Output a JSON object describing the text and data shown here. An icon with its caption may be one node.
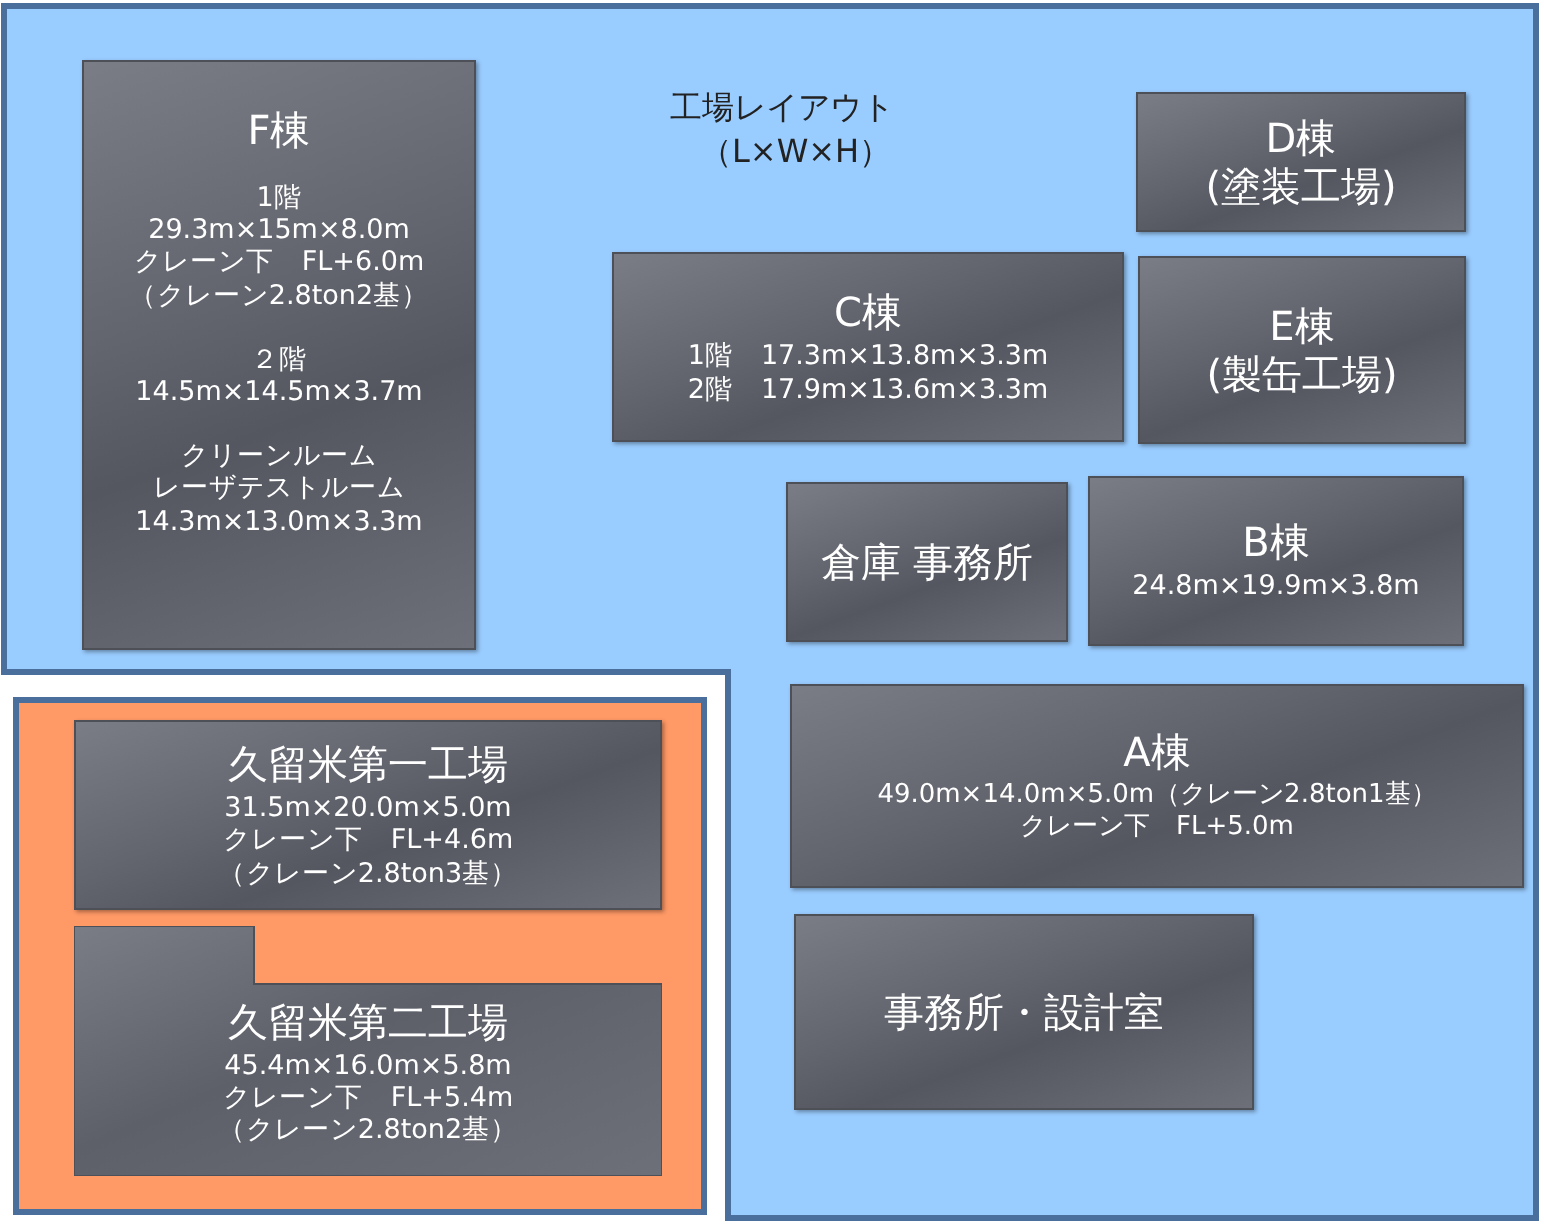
{
  "diagram": {
    "title": "工場レイアウト",
    "nodes": [
      {
        "text": [
          "F棟",
          "1階",
          "29.3m×15m×8.0m",
          "クレーン下　FL+6.0m",
          "（クレーン2.8ton2基）",
          "２階",
          "14.5m×14.5m×3.7m",
          "クリーンルーム",
          "レーザテストルーム",
          "14.3m×13.0m×3.3m"
        ]
      },
      {
        "text": [
          "D棟",
          "(塗装工場)"
        ]
      },
      {
        "text": [
          "C棟",
          "1階　17.3m×13.8m×3.3m",
          "2階　17.9m×13.6m×3.3m"
        ]
      },
      {
        "text": [
          "E棟",
          "(製缶工場)"
        ]
      },
      {
        "text": [
          "倉庫 事務所"
        ]
      },
      {
        "text": [
          "B棟",
          "24.8m×19.9m×3.8m"
        ]
      },
      {
        "text": [
          "久留米第一工場",
          "31.5m×20.0m×5.0m",
          "クレーン下　FL+4.6m",
          "（クレーン2.8ton3基）"
        ]
      },
      {
        "text": [
          "A棟",
          "49.0m×14.0m×5.0m（クレーン2.8ton1基）",
          "クレーン下　FL+5.0m"
        ]
      },
      {
        "text": [
          "久留米第二工場",
          "45.4m×16.0m×5.8m",
          "クレーン下　FL+5.4m",
          "（クレーン2.8ton2基）"
        ]
      },
      {
        "text": [
          "事務所・設計室"
        ]
      }
    ],
    "labels": [
      "（L×W×H）"
    ]
  }
}
